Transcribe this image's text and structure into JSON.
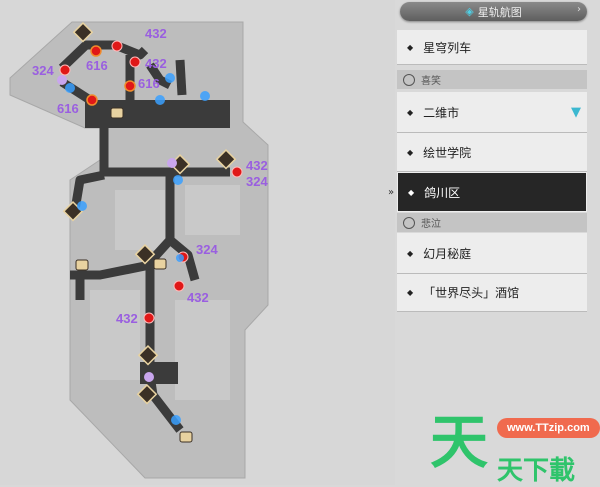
{
  "panel": {
    "title": "星轨航图",
    "items": [
      {
        "type": "item",
        "label": "星穹列车"
      },
      {
        "type": "group",
        "label": "喜笑"
      },
      {
        "type": "item",
        "label": "二维市",
        "marker": "▼"
      },
      {
        "type": "item",
        "label": "绘世学院"
      },
      {
        "type": "item",
        "label": "鸽川区",
        "selected": true
      },
      {
        "type": "group",
        "label": "悲泣"
      },
      {
        "type": "item",
        "label": "幻月秘庭"
      },
      {
        "type": "item",
        "label": "「世界尽头」酒馆"
      }
    ]
  },
  "map": {
    "labels": [
      "432",
      "616",
      "432",
      "616",
      "324",
      "616",
      "432",
      "324",
      "324",
      "432",
      "432"
    ]
  },
  "watermark": {
    "big": "天",
    "url": "www.TTzip.com",
    "small": "天下載"
  },
  "colors": {
    "path": "#3b3b3b",
    "chest": "#e01818",
    "label": "#9a5fe0",
    "teleport": "#3aa0ff",
    "selected": "#262626"
  }
}
